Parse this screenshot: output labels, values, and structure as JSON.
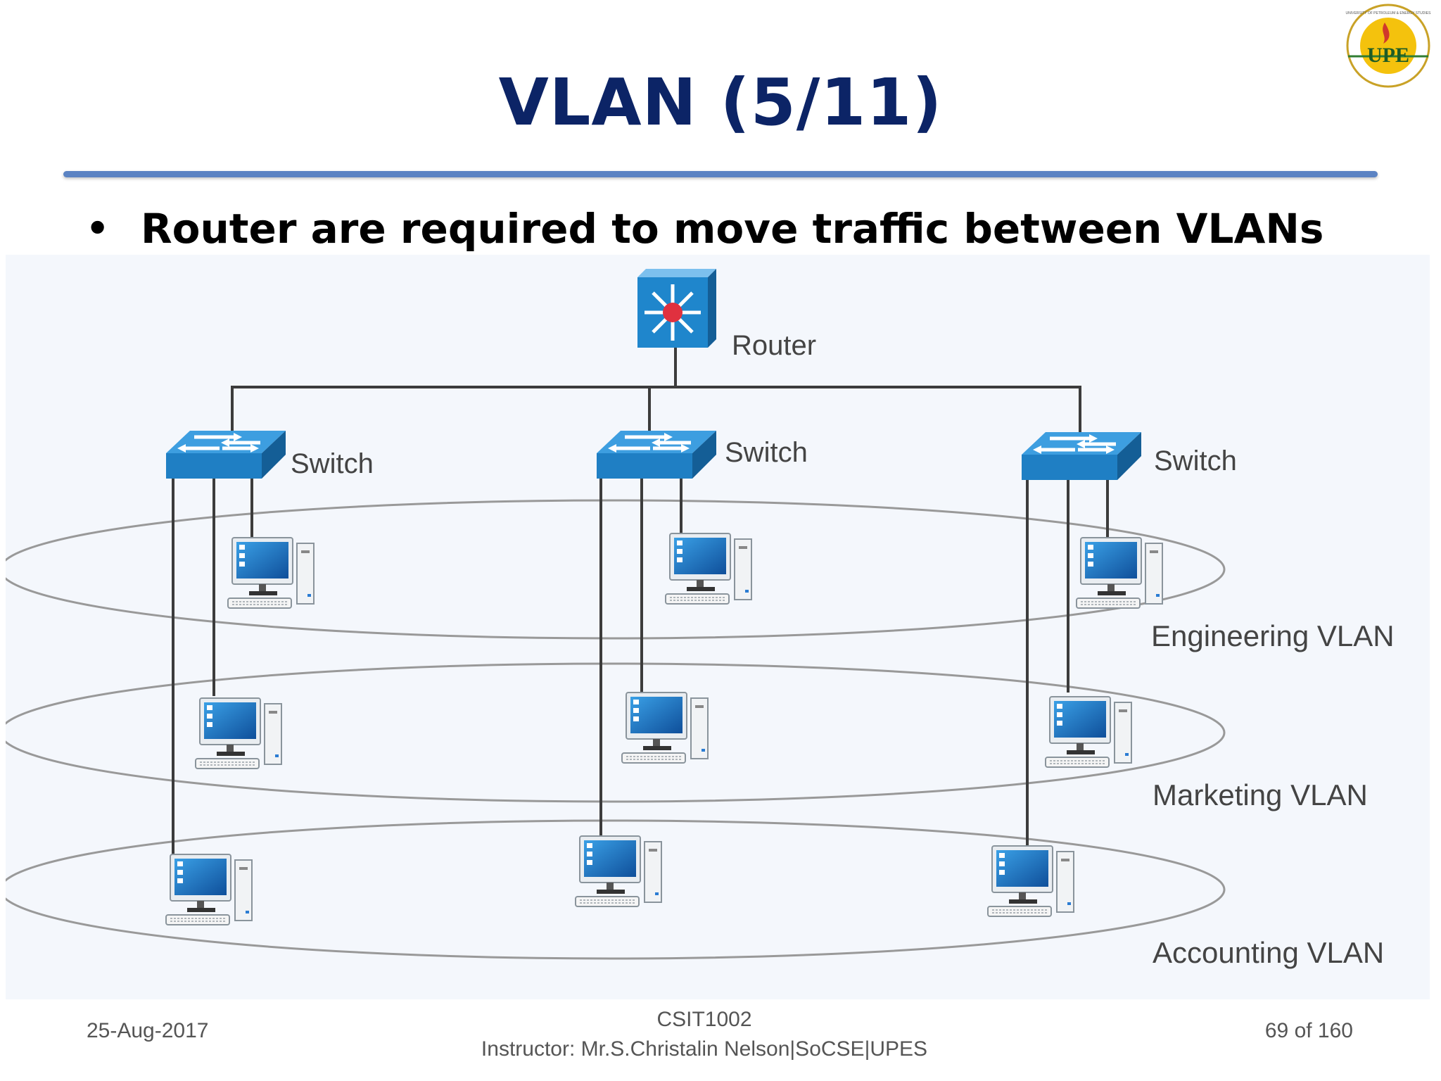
{
  "slide": {
    "title": "VLAN (5/11)",
    "bullet": "Router are required to move traffic between VLANs"
  },
  "diagram": {
    "router_label": "Router",
    "switch_label": "Switch",
    "vlans": [
      "Engineering VLAN",
      "Marketing VLAN",
      "Accounting VLAN"
    ]
  },
  "footer": {
    "date": "25-Aug-2017",
    "course": "CSIT1002",
    "instructor": "Instructor: Mr.S.Christalin Nelson|SoCSE|UPES",
    "page": "69 of 160"
  },
  "logo": {
    "text": "UPE",
    "ring_text": "UNIVERSITY OF PETROLEUM & ENERGY STUDIES"
  },
  "colors": {
    "title": "#0c2466",
    "rule": "#5b83c3",
    "device_blue": "#1f7fc4"
  }
}
